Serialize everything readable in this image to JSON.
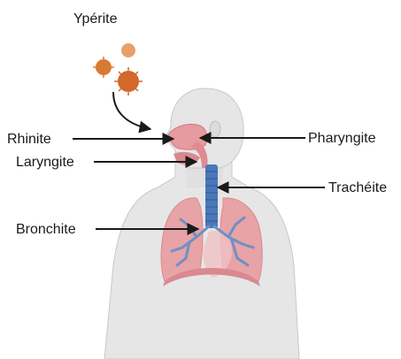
{
  "agent": {
    "label": "Ypérite"
  },
  "left_labels": {
    "rhinite": "Rhinite",
    "laryngite": "Laryngite",
    "bronchite": "Bronchite"
  },
  "right_labels": {
    "pharyngite": "Pharyngite",
    "tracheite": "Trachéite"
  },
  "colors": {
    "skin": "#e6e6e6",
    "skin_outline": "#c8c8c8",
    "lung": "#e7a3a6",
    "lung_dark": "#d98a8f",
    "airway": "#4a78b8",
    "bronchi": "#6f8fc7",
    "mucosa": "#e79aa0",
    "particle": "#d97a34",
    "arrow": "#1a1a1a"
  },
  "icons": [
    "droplet-particle-icon",
    "curved-arrow-icon"
  ]
}
